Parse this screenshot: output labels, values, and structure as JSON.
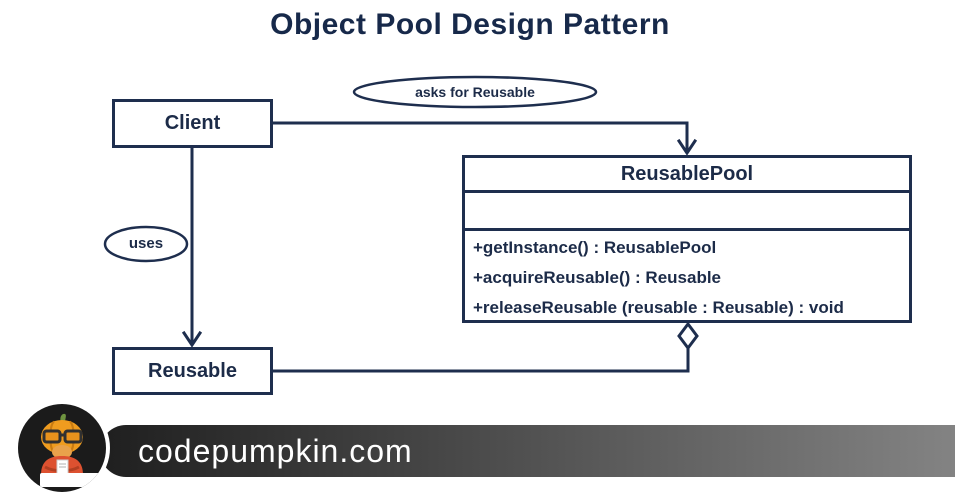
{
  "title": "Object Pool Design Pattern",
  "colors": {
    "line": "#1e2e4e",
    "text": "#1c2b48",
    "background": "#ffffff",
    "footer_bar_start": "#1f1f1f",
    "footer_bar_end": "#838383",
    "pumpkin_orange": "#ef9c1f",
    "shirt_red": "#dd5130"
  },
  "uml": {
    "client": {
      "label": "Client"
    },
    "reusable": {
      "label": "Reusable"
    },
    "pool": {
      "name": "ReusablePool",
      "attributes": [],
      "methods": [
        "+getInstance() : ReusablePool",
        "+acquireReusable() : Reusable",
        "+releaseReusable (reusable : Reusable) : void"
      ]
    },
    "edge_labels": {
      "asks": "asks for Reusable",
      "uses": "uses"
    },
    "relationships": {
      "client_to_pool": "asks for Reusable (arrow)",
      "client_to_reusable": "uses (arrow)",
      "pool_aggregates_reusable": "aggregation (open diamond)"
    }
  },
  "footer": {
    "site": "codepumpkin.com",
    "logo": "pumpkin-mascot"
  }
}
